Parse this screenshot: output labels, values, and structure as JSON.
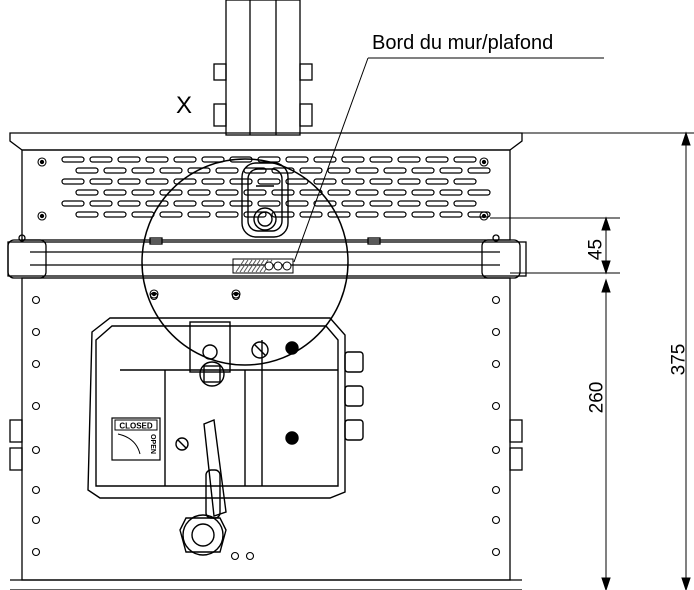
{
  "labels": {
    "title": "Bord du mur/plafond",
    "axis_marker": "X"
  },
  "dimensions": {
    "gap": "45",
    "total_height": "375",
    "lower_height": "260"
  },
  "panel_text": {
    "closed": "CLOSED",
    "open": "OPEN"
  },
  "colors": {
    "line": "#000000",
    "hatch": "#555555",
    "background": "#ffffff"
  }
}
